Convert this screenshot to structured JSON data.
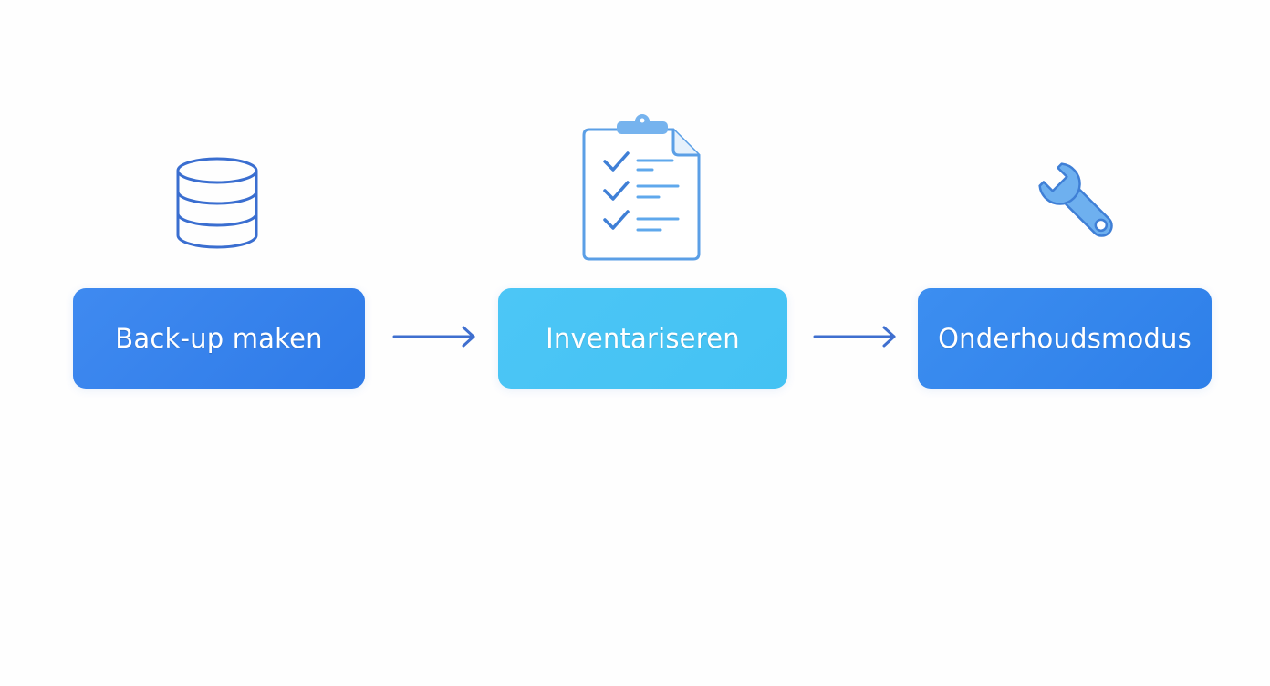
{
  "flow": {
    "steps": [
      {
        "label": "Back-up maken",
        "icon": "database-icon",
        "color": "#3584ec"
      },
      {
        "label": "Inventariseren",
        "icon": "clipboard-checklist-icon",
        "color": "#48c4f5"
      },
      {
        "label": "Onderhoudsmodus",
        "icon": "wrench-icon",
        "color": "#3487ec"
      }
    ],
    "connector": "arrow-right",
    "icon_color": "#3a6fd0",
    "icon_light_color": "#5ea7ec"
  }
}
